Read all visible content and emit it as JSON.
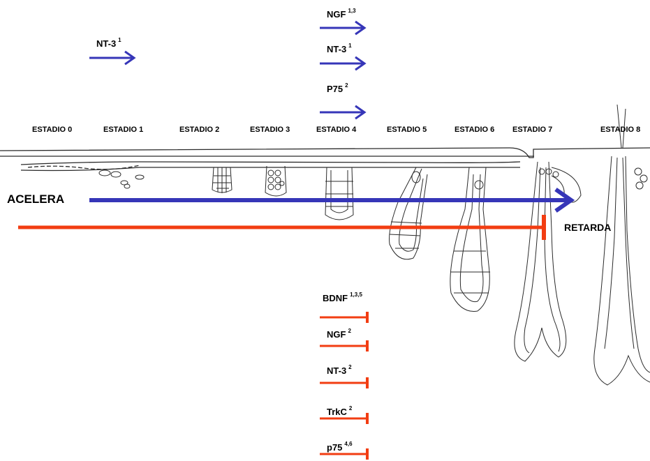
{
  "colors": {
    "accelerate": "#3636b8",
    "retard": "#f23d12",
    "drawing": "#2a2a2a"
  },
  "stages": [
    "ESTADIO 0",
    "ESTADIO 1",
    "ESTADIO 2",
    "ESTADIO 3",
    "ESTADIO 4",
    "ESTADIO 5",
    "ESTADIO 6",
    "ESTADIO 7",
    "ESTADIO 8"
  ],
  "accelerate": {
    "label": "ACELERA",
    "early": {
      "name": "NT-3",
      "refs": "1"
    },
    "stage4": [
      {
        "name": "NGF",
        "refs": "1,3"
      },
      {
        "name": "NT-3",
        "refs": "1"
      },
      {
        "name": "P75",
        "refs": "2"
      }
    ]
  },
  "retard": {
    "label": "RETARDA",
    "factors": [
      {
        "name": "BDNF",
        "refs": "1,3,5"
      },
      {
        "name": "NGF",
        "refs": "2"
      },
      {
        "name": "NT-3",
        "refs": "2"
      },
      {
        "name": "TrkC",
        "refs": "2"
      },
      {
        "name": "p75",
        "refs": "4,6"
      }
    ]
  }
}
